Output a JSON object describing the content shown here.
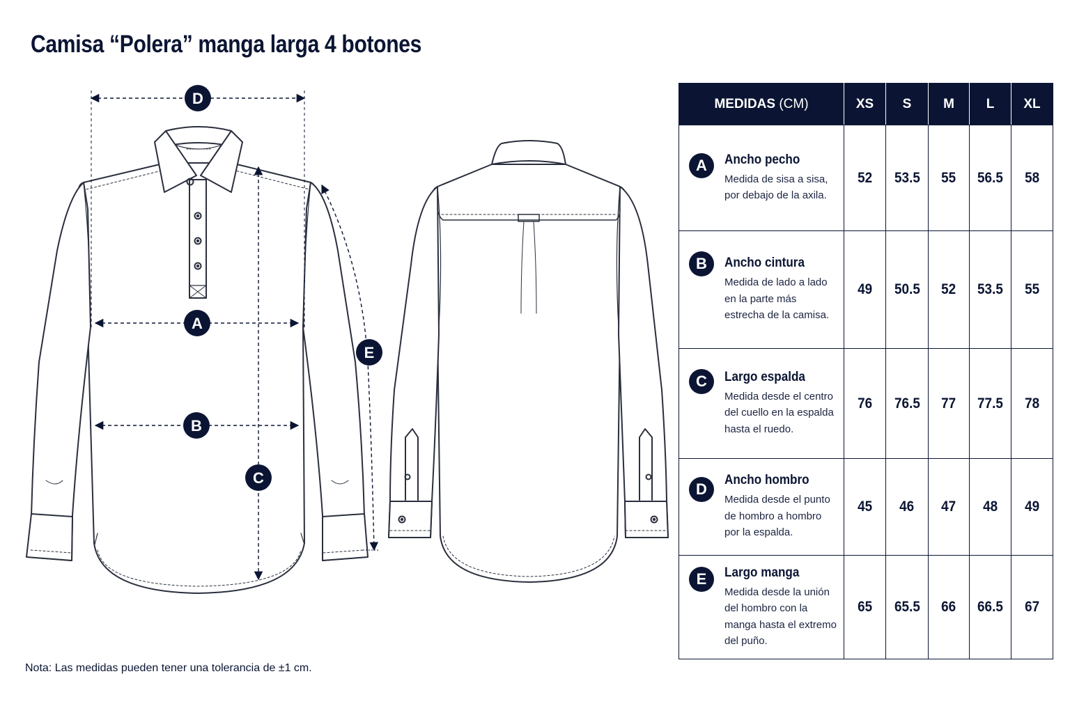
{
  "title": "Camisa “Polera” manga larga 4 botones",
  "note": "Nota: Las medidas pueden tener una tolerancia de ±1 cm.",
  "diagram_labels": {
    "D": "D",
    "A": "A",
    "B": "B",
    "C": "C",
    "E": "E"
  },
  "table": {
    "header_main": "MEDIDAS",
    "header_unit": "(CM)",
    "sizes": [
      "XS",
      "S",
      "M",
      "L",
      "XL"
    ],
    "rows": [
      {
        "letter": "A",
        "name": "Ancho pecho",
        "description": [
          "Medida de sisa a sisa,",
          "por debajo de la axila."
        ],
        "values": [
          "52",
          "53.5",
          "55",
          "56.5",
          "58"
        ]
      },
      {
        "letter": "B",
        "name": "Ancho cintura",
        "description": [
          "Medida de lado a lado",
          "en la parte más",
          "estrecha de la camisa."
        ],
        "values": [
          "49",
          "50.5",
          "52",
          "53.5",
          "55"
        ]
      },
      {
        "letter": "C",
        "name": "Largo espalda",
        "description": [
          "Medida desde el centro",
          "del cuello en la espalda",
          "hasta el ruedo."
        ],
        "values": [
          "76",
          "76.5",
          "77",
          "77.5",
          "78"
        ]
      },
      {
        "letter": "D",
        "name": "Ancho hombro",
        "description": [
          "Medida desde el punto",
          "de hombro a hombro",
          "por la espalda."
        ],
        "values": [
          "45",
          "46",
          "47",
          "48",
          "49"
        ]
      },
      {
        "letter": "E",
        "name": "Largo manga",
        "description": [
          "Medida desde la unión",
          "del hombro con la",
          "manga hasta el extremo",
          "del puño."
        ],
        "values": [
          "65",
          "65.5",
          "66",
          "66.5",
          "67"
        ]
      }
    ]
  },
  "colors": {
    "navy": "#0b1533",
    "outline": "#2a2f3d"
  }
}
